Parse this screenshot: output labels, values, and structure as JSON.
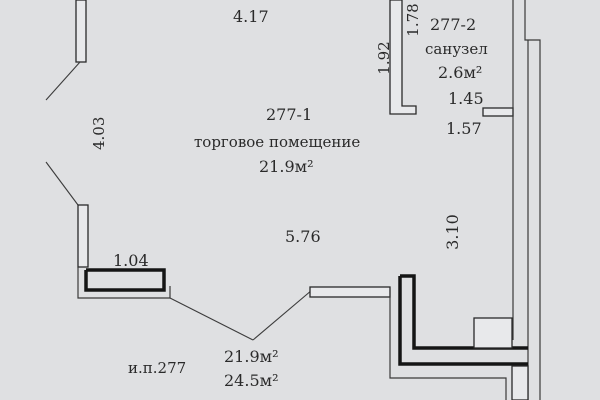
{
  "rooms": {
    "main": {
      "number": "277-1",
      "name": "торговое помещение",
      "area": "21.9м²"
    },
    "bath": {
      "number": "277-2",
      "name": "санузел",
      "area": "2.6м²"
    }
  },
  "dimensions": {
    "top": "4.17",
    "left": "4.03",
    "center": "5.76",
    "sill": "1.04",
    "bath_height": "1.92",
    "bath_top": "1.78",
    "bath_width_a": "1.45",
    "bath_width_b": "1.57",
    "corridor": "3.10"
  },
  "summary": {
    "label": "и.п.277",
    "area_main": "21.9м²",
    "area_total": "24.5м²"
  }
}
